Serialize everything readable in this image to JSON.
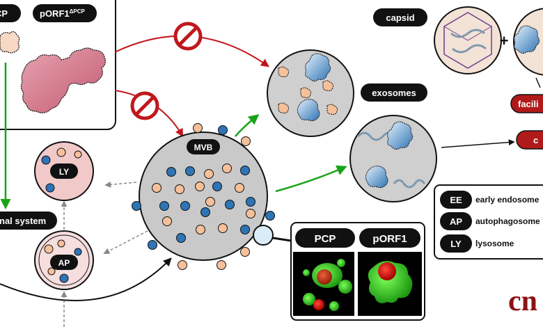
{
  "labels": {
    "pcp_truncated": "CP",
    "porf1_dpcp": "pORF1",
    "porf1_dpcp_sup": "ΔPCP",
    "mvb": "MVB",
    "ly": "LY",
    "ap": "AP",
    "lysosomal_system": "nal system",
    "exosomes": "exosomes",
    "capsid": "capsid",
    "plus": "+",
    "facil": "facili",
    "red_pill_2": "c",
    "micro_pcp": "PCP",
    "micro_porf1": "pORF1",
    "journal_logo": "cn"
  },
  "legend": [
    {
      "abbr": "EE",
      "text": "early endosome"
    },
    {
      "abbr": "AP",
      "text": "autophagosome"
    },
    {
      "abbr": "LY",
      "text": "lysosome"
    }
  ],
  "colors": {
    "pill_bg": "#111111",
    "red_pill": "#b11a1a",
    "mvb_fill": "#c9c9c9",
    "exosome_fill": "#cfcfcf",
    "ly_fill": "#f2c9c9",
    "ap_fill": "#f6dede",
    "blue_dot": "#2f74b5",
    "peach_dot": "#f5c09a",
    "green_arrow": "#19a319",
    "red_arrow": "#c0171c",
    "blocked": "#c0171c",
    "logo": "#8b1214"
  }
}
